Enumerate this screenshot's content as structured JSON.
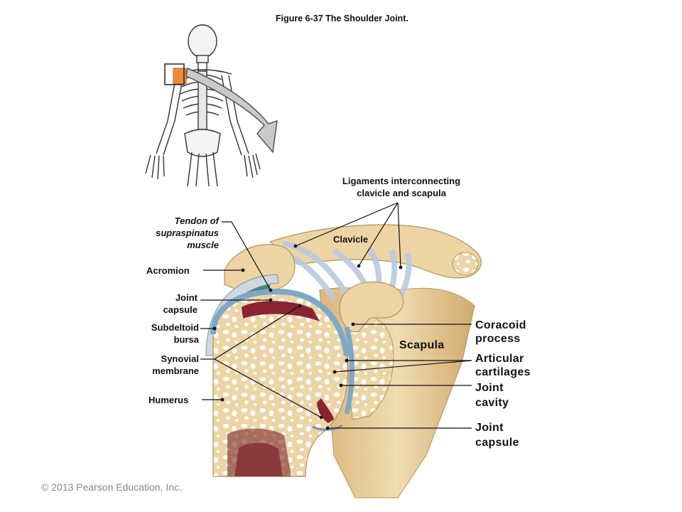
{
  "figure": {
    "title": "Figure 6-37  The Shoulder Joint.",
    "copyright": "© 2013 Pearson Education, Inc."
  },
  "labels": {
    "ligaments": [
      "Ligaments interconnecting",
      "clavicle and scapula"
    ],
    "tendon": [
      "Tendon of",
      "supraspinatus",
      "muscle"
    ],
    "clavicle": "Clavicle",
    "acromion": "Acromion",
    "joint_capsule_left": [
      "Joint",
      "capsule"
    ],
    "subdeltoid_bursa": [
      "Subdeltoid",
      "bursa"
    ],
    "synovial_membrane": [
      "Synovial",
      "membrane"
    ],
    "humerus": "Humerus",
    "scapula": "Scapula",
    "coracoid_process": [
      "Coracoid",
      "process"
    ],
    "articular_cartilages": [
      "Articular",
      "cartilages"
    ],
    "joint_cavity": [
      "Joint",
      "cavity"
    ],
    "joint_capsule_right": [
      "Joint",
      "capsule"
    ]
  },
  "colors": {
    "bone": "#ecd4a5",
    "bone_shadow": "#c9a46b",
    "marrow": "#ffffff",
    "cartilage": "#7fa7c6",
    "bursa": "#3c8a7c",
    "synovial": "#8a2431",
    "ligament": "#b9cbe0",
    "highlight": "#f08a3b"
  }
}
